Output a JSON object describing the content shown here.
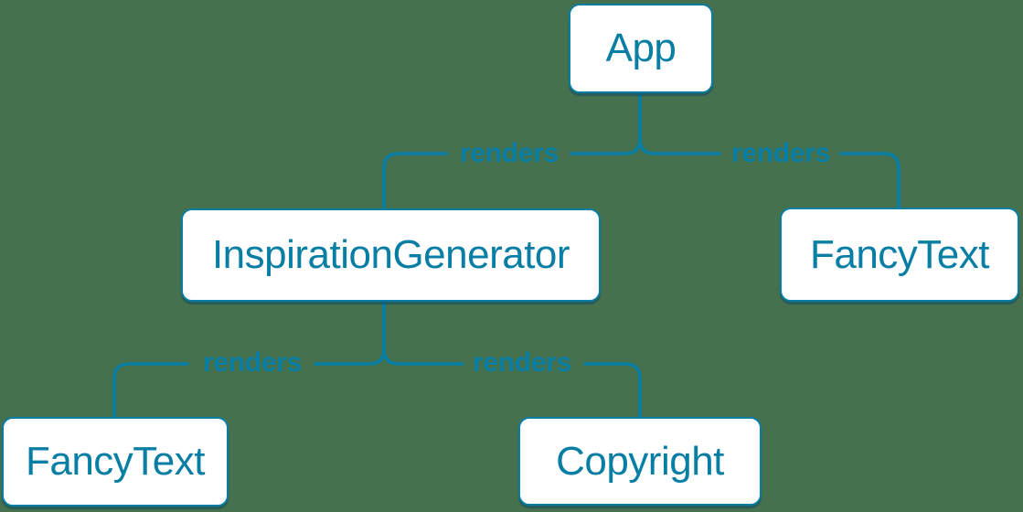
{
  "diagram": {
    "kind": "component-render-tree",
    "colors": {
      "background": "#46714e",
      "accent": "#087ea4",
      "node_background": "#ffffff"
    },
    "nodes": [
      {
        "id": "app",
        "label": "App"
      },
      {
        "id": "inspiration-generator",
        "label": "InspirationGenerator"
      },
      {
        "id": "fancy-text-top",
        "label": "FancyText"
      },
      {
        "id": "fancy-text-bottom",
        "label": "FancyText"
      },
      {
        "id": "copyright",
        "label": "Copyright"
      }
    ],
    "edges": [
      {
        "from": "App",
        "to": "InspirationGenerator",
        "label": "renders"
      },
      {
        "from": "App",
        "to": "FancyText",
        "label": "renders"
      },
      {
        "from": "InspirationGenerator",
        "to": "FancyText",
        "label": "renders"
      },
      {
        "from": "InspirationGenerator",
        "to": "Copyright",
        "label": "renders"
      }
    ]
  }
}
